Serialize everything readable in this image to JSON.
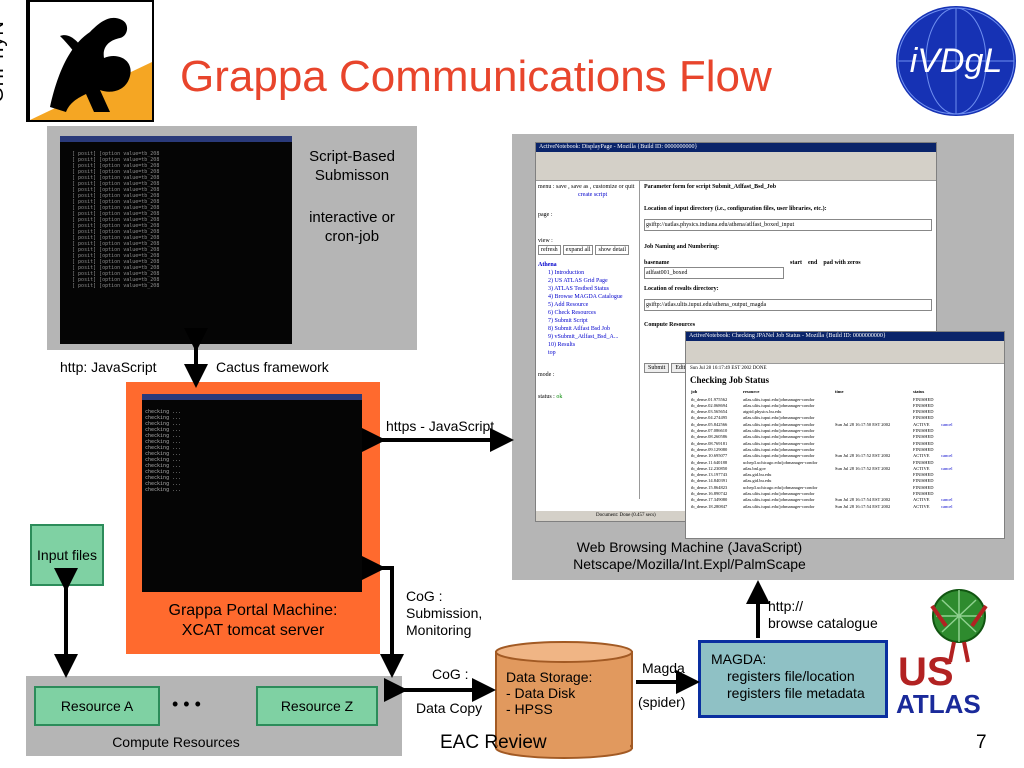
{
  "title": "Grappa Communications Flow",
  "logos": {
    "griphyn": "GriPhyN",
    "ivdgl": "iVDgL",
    "usatlas_us": "US",
    "usatlas_atlas": "ATLAS"
  },
  "script_panel": {
    "heading": "Script-Based Submisson",
    "modes": "interactive or cron-job",
    "http_label": "http: JavaScript",
    "cactus_label": "Cactus framework"
  },
  "portal": {
    "name": "Grappa Portal Machine:",
    "server": "XCAT tomcat server",
    "https_label": "https - JavaScript"
  },
  "browser_panel": {
    "caption_line1": "Web Browsing Machine (JavaScript)",
    "caption_line2": "Netscape/Mozilla/Int.Expl/PalmScape",
    "win1_title": "ActiveNotebook: DisplayPage - Mozilla {Build ID: 0000000000}",
    "win1_heading": "Parameter form for script Submit_Atlfast_Bsd_Job",
    "win1_menu": "menu : save , save as , customize or quit",
    "win1_create": "create script",
    "win1_page": "page :",
    "win1_view": "view :",
    "win1_view_buttons": [
      "refresh",
      "expand all",
      "show detail"
    ],
    "win1_tree_root": "Athena",
    "win1_tree": [
      "1) Introduction",
      "2) US ATLAS Grid Page",
      "3) ATLAS Testbed Status",
      "4) Browse MAGDA Catalogue",
      "5) Add Resource",
      "6) Check Resources",
      "7) Submit Script",
      "8) Submit Atlfast Bsd Job",
      "9) vSubmit_Atlfast_Bsd_A...",
      "10) Results",
      "top"
    ],
    "win1_mode": "mode :",
    "win1_status": "status :",
    "win1_status_value": "ok",
    "win1_input_label": "Location of input directory (i.e., configuration files, user libraries, etc.):",
    "win1_input_value": "gsiftp://uatlas.physics.indiana.edu/athena/atlfast_boxed_input",
    "win1_naming": "Job Naming and Numbering:",
    "win1_cols": [
      "basename",
      "start",
      "end",
      "pad with zeros"
    ],
    "win1_basename": "atlfast001_boxed",
    "win1_results_label": "Location of results directory:",
    "win1_results_value": "gsiftp://atlas.ulits.iupui.edu/athena_output_magda",
    "win1_compute": "Compute Resources",
    "win1_buttons": [
      "Submit",
      "Edit"
    ],
    "win1_statusbar": "Document: Done (0.457 secs)",
    "win2_title": "ActiveNotebook: Checking JPANel Job Status - Mozilla {Build ID: 0000000000}",
    "win2_date": "Sun Jul 28 16:17:49 EST 2002 DONE",
    "win2_heading": "Checking Job Status",
    "win2_cols": [
      "job",
      "resource",
      "time",
      "status"
    ],
    "win2_rows": [
      [
        "tb_dense.01.975562",
        "atlas.ulits.iupui.edu/jobmanager-condor",
        "",
        "FINISHED",
        ""
      ],
      [
        "tb_dense.02.068694",
        "atlas.ulits.iupui.edu/jobmanager-condor",
        "",
        "FINISHED",
        ""
      ],
      [
        "tb_dense.03.565654",
        "atgrid.physics.bu.edu",
        "",
        "FINISHED",
        ""
      ],
      [
        "tb_dense.04.274495",
        "atlas.ulits.iupui.edu/jobmanager-condor",
        "",
        "FINISHED",
        ""
      ],
      [
        "tb_dense.05.842566",
        "atlas.ulits.iupui.edu/jobmanager-condor",
        "Sun Jul 28 16:17:50 EST 2002",
        "ACTIVE",
        "cancel"
      ],
      [
        "tb_dense.07.086610",
        "atlas.ulits.iupui.edu/jobmanager-condor",
        "",
        "FINISHED",
        ""
      ],
      [
        "tb_dense.08.260586",
        "atlas.ulits.iupui.edu/jobmanager-condor",
        "",
        "FINISHED",
        ""
      ],
      [
        "tb_dense.08.769181",
        "atlas.ulits.iupui.edu/jobmanager-condor",
        "",
        "FINISHED",
        ""
      ],
      [
        "tb_dense.09.129080",
        "atlas.ulits.iupui.edu/jobmanager-condor",
        "",
        "FINISHED",
        ""
      ],
      [
        "tb_dense.10.695077",
        "atlas.ulits.iupui.edu/jobmanager-condor",
        "Sun Jul 28 16:17:52 EST 2002",
        "ACTIVE",
        "cancel"
      ],
      [
        "tb_dense.11.640188",
        "uchep3.uchicago.edu/jobmanager-condor",
        "",
        "FINISHED",
        ""
      ],
      [
        "tb_dense.12.230850",
        "atlas.bnl.gov",
        "Sun Jul 28 16:17:52 EST 2002",
        "ACTIVE",
        "cancel"
      ],
      [
        "tb_dense.13.197743",
        "atlas.gtd.bu.edu",
        "",
        "FINISHED",
        ""
      ],
      [
        "tb_dense.14.840391",
        "atlas.gtd.bu.edu",
        "",
        "FINISHED",
        ""
      ],
      [
        "tb_dense.15.864823",
        "uchep3.uchicago.edu/jobmanager-condor",
        "",
        "FINISHED",
        ""
      ],
      [
        "tb_dense.16.890742",
        "atlas.ulits.iupui.edu/jobmanager-condor",
        "",
        "FINISHED",
        ""
      ],
      [
        "tb_dense.17.349080",
        "atlas.ulits.iupui.edu/jobmanager-condor",
        "Sun Jul 28 16:17:54 EST 2002",
        "ACTIVE",
        "cancel"
      ],
      [
        "tb_dense.18.280847",
        "atlas.ulits.iupui.edu/jobmanager-condor",
        "Sun Jul 28 16:17:54 EST 2002",
        "ACTIVE",
        "cancel"
      ]
    ]
  },
  "input_files": "Input files",
  "compute": {
    "resource_a": "Resource A",
    "dots": "•  •  •",
    "resource_z": "Resource Z",
    "caption": "Compute Resources"
  },
  "cog_submission": {
    "line1": "CoG :",
    "line2": "Submission,",
    "line3": "Monitoring"
  },
  "cog_copy": {
    "line1": "CoG :",
    "line2": "Data Copy"
  },
  "storage": {
    "line1": "Data Storage:",
    "line2": "- Data Disk",
    "line3": "- HPSS"
  },
  "magda_link": {
    "line1": "Magda",
    "line2": "(spider)"
  },
  "magda": {
    "line1": "MAGDA:",
    "line2": "registers file/location",
    "line3": "registers file metadata"
  },
  "browse_link": {
    "line1": "http://",
    "line2": "browse catalogue"
  },
  "footer": {
    "center": "EAC Review",
    "page": "7"
  },
  "colors": {
    "title": "#e8452c",
    "portal": "#ff6a2e",
    "green_box": "#7fd1a3",
    "storage": "#e1995e",
    "magda": "#8fc1c5",
    "panel_gray": "#b5b5b5"
  }
}
